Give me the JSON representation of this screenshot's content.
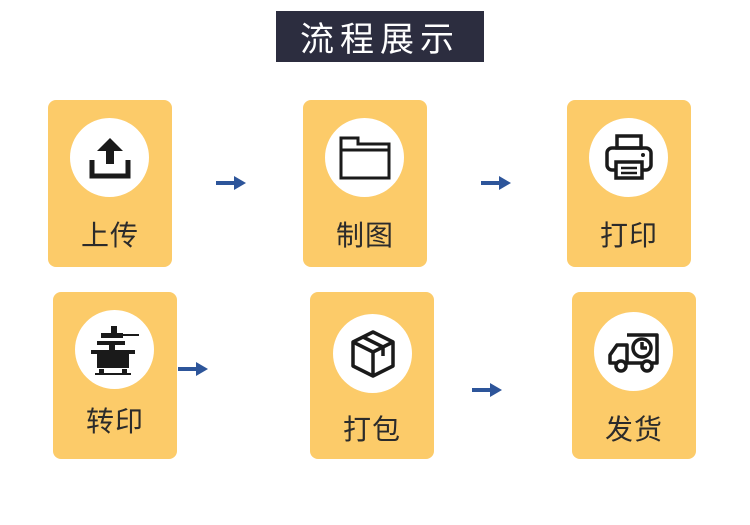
{
  "title": "流程展示",
  "steps": [
    {
      "label": "上传",
      "icon": "upload-icon"
    },
    {
      "label": "制图",
      "icon": "folder-icon"
    },
    {
      "label": "打印",
      "icon": "printer-icon"
    },
    {
      "label": "转印",
      "icon": "heat-press-icon"
    },
    {
      "label": "打包",
      "icon": "package-box-icon"
    },
    {
      "label": "发货",
      "icon": "delivery-truck-icon"
    }
  ],
  "colors": {
    "card": "#fccb69",
    "title_bg": "#2c2d3f",
    "arrow": "#2d559a",
    "icon": "#1a1a1a"
  }
}
